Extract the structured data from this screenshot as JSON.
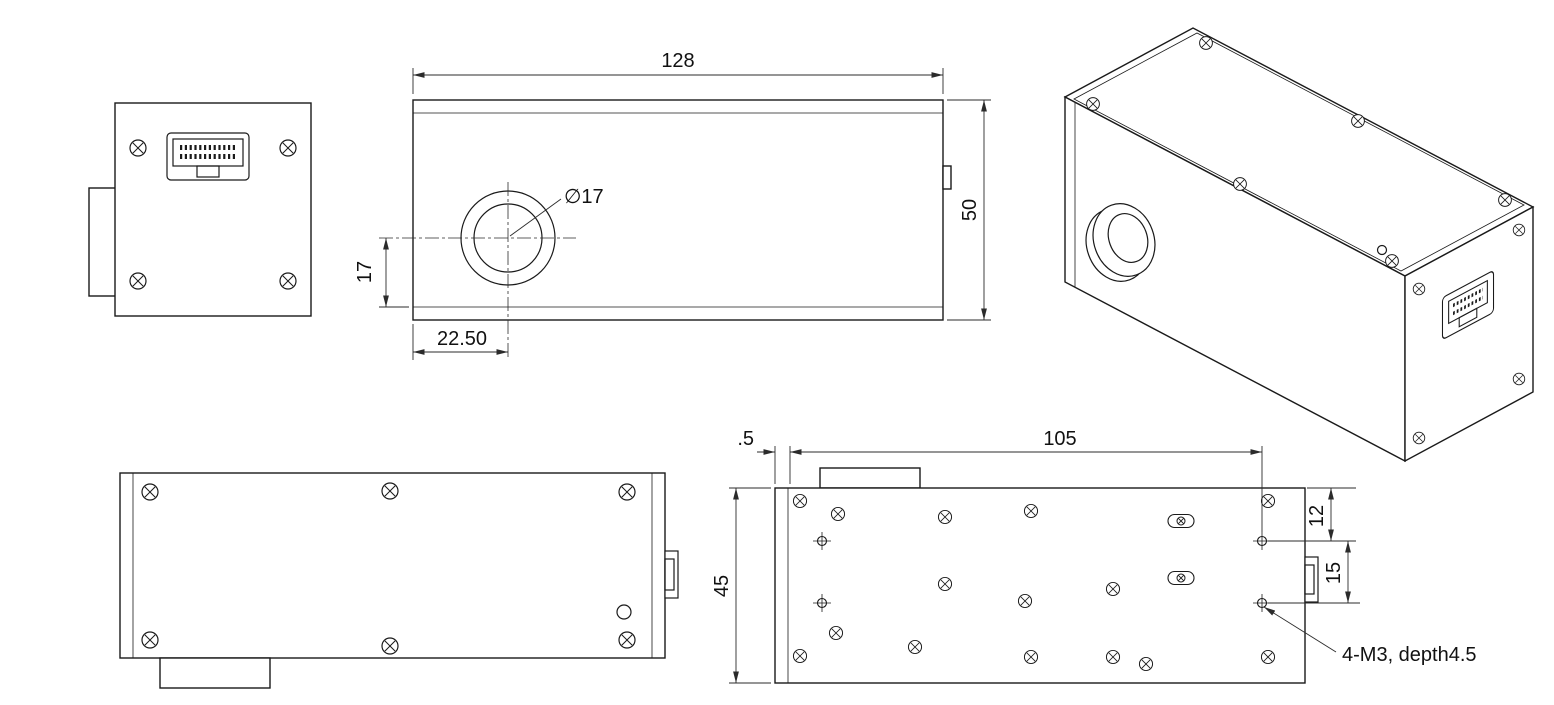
{
  "views": {
    "front": {
      "length": "128",
      "height": "50",
      "lens_diameter": "∅17",
      "lens_center_from_bottom": "17",
      "lens_center_from_left": "22.50"
    },
    "bottom": {
      "edge_offset": ".5",
      "hole_span": "105",
      "width": "45",
      "hole_row_offset": "12",
      "hole_row_pitch": "15",
      "thread_note": "4-M3, depth4.5"
    }
  }
}
